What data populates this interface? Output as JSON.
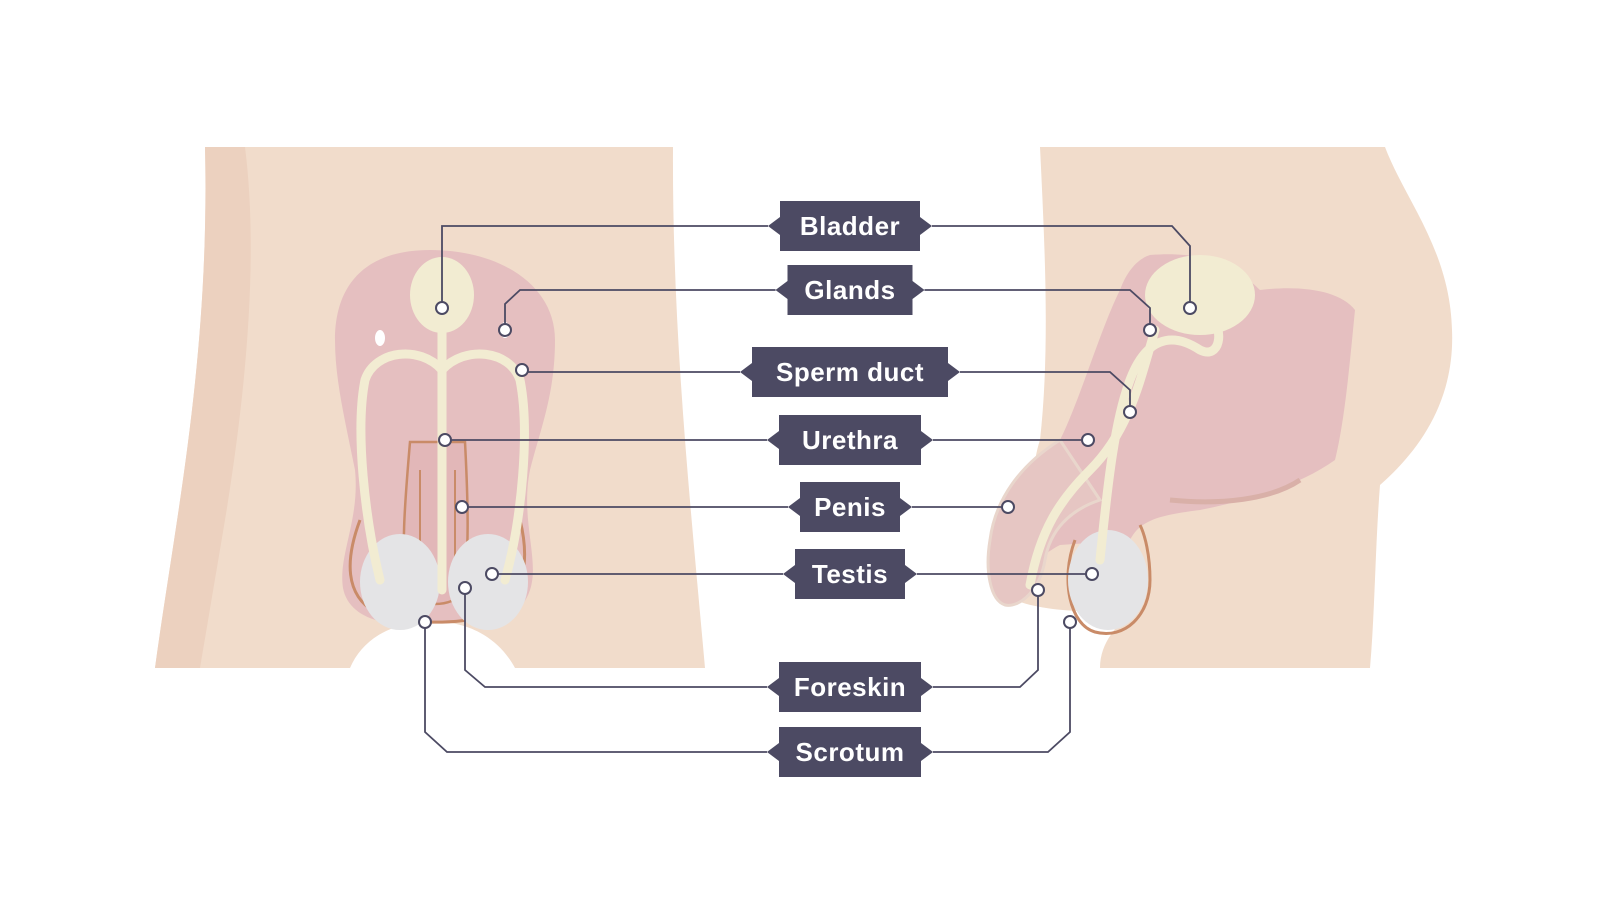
{
  "colors": {
    "background": "#ffffff",
    "skin": "#f1dccb",
    "skin_shade": "#ecd1bf",
    "organ": "#e5bfc0",
    "organ_edge": "#c98b68",
    "duct": "#f2ecd2",
    "testis": "#e4e4e6",
    "label_bg": "#4c4a63",
    "leader": "#4c4a63"
  },
  "labels": [
    {
      "id": "bladder",
      "text": "Bladder"
    },
    {
      "id": "glands",
      "text": "Glands"
    },
    {
      "id": "sperm-duct",
      "text": "Sperm duct"
    },
    {
      "id": "urethra",
      "text": "Urethra"
    },
    {
      "id": "penis",
      "text": "Penis"
    },
    {
      "id": "testis",
      "text": "Testis"
    },
    {
      "id": "foreskin",
      "text": "Foreskin"
    },
    {
      "id": "scrotum",
      "text": "Scrotum"
    }
  ]
}
